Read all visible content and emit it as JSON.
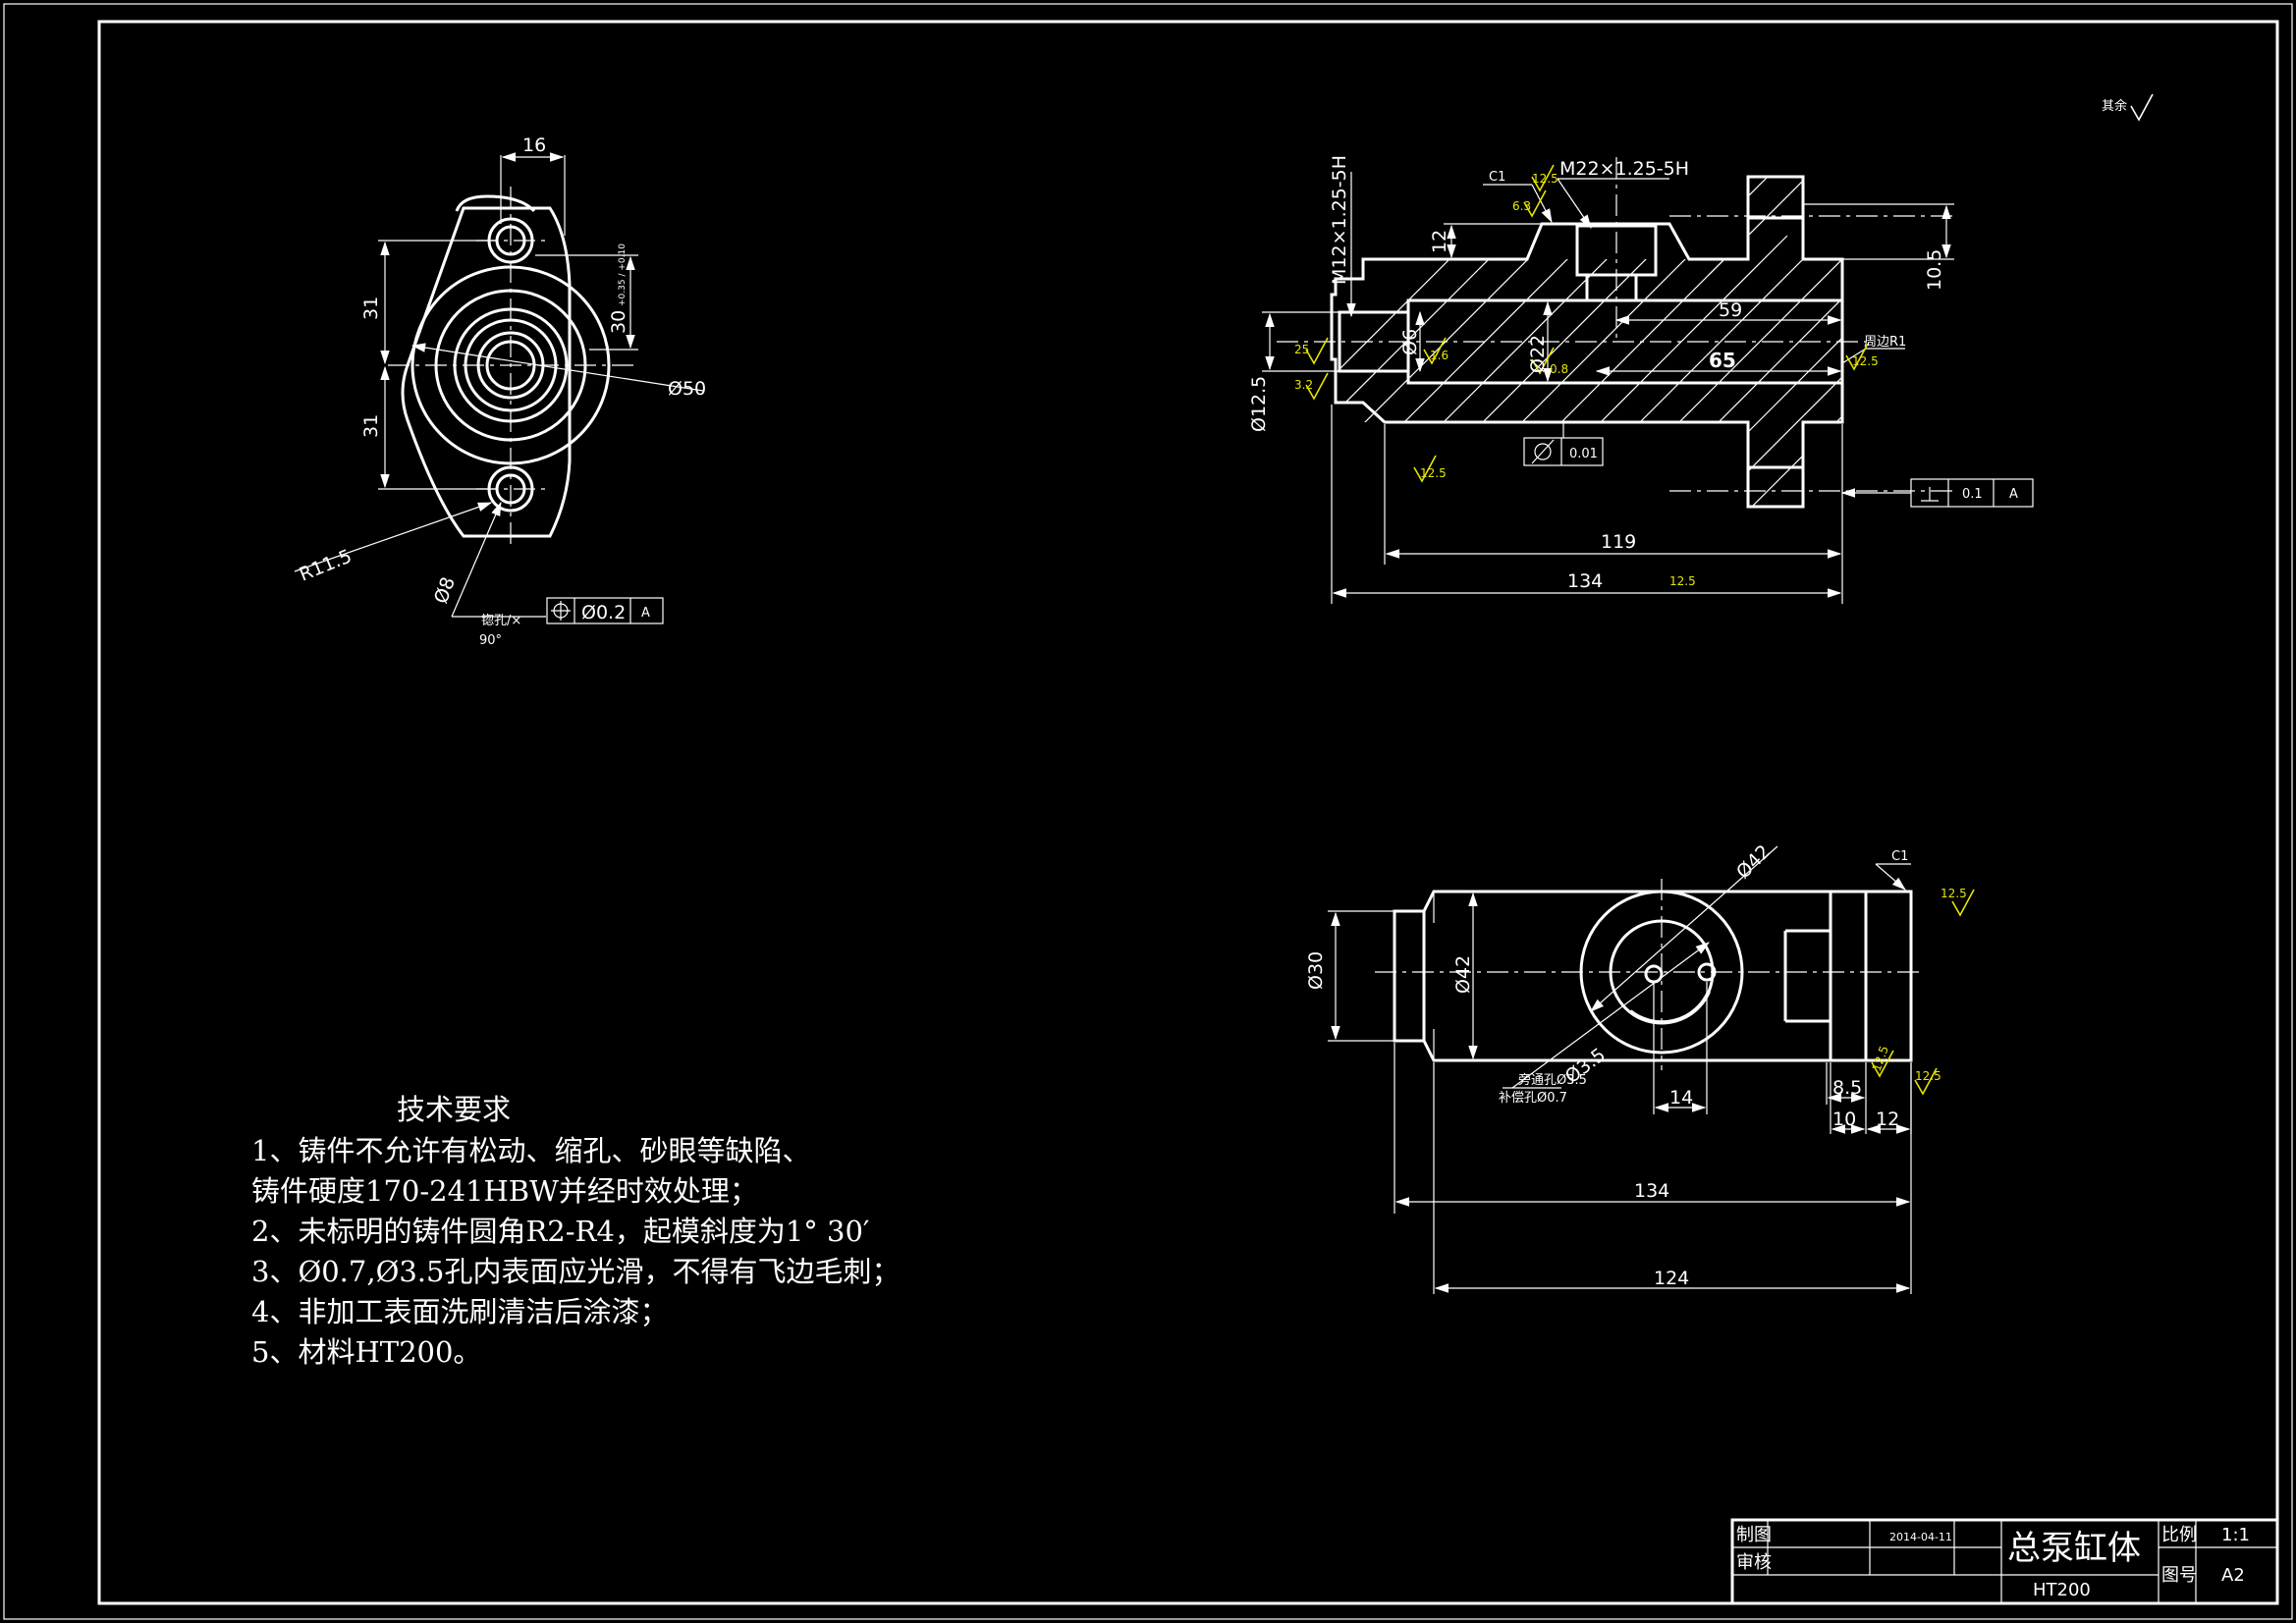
{
  "drawing": {
    "title_block": {
      "drawn_label": "制图",
      "checked_label": "审核",
      "date": "2014-04-11",
      "part_name": "总泵缸体",
      "material": "HT200",
      "scale_label": "比例",
      "scale_value": "1:1",
      "drawing_no_label": "图号",
      "drawing_no_value": "A2"
    },
    "roughness_note": "其余",
    "tech_requirements": {
      "title": "技术要求",
      "lines": [
        "1、铸件不允许有松动、缩孔、砂眼等缺陷、",
        "铸件硬度170-241HBW并经时效处理；",
        "2、未标明的铸件圆角R2-R4，起模斜度为1° 30′",
        "3、Ø0.7,Ø3.5孔内表面应光滑，不得有飞边毛刺；",
        "4、非加工表面洗刷清洁后涂漆；",
        "5、材料HT200。"
      ]
    },
    "left_view": {
      "dim_16": "16",
      "dim_31_top": "31",
      "dim_31_bottom": "31",
      "dim_30": "30",
      "dim_30_tol": "+0.35 / +0.10",
      "dim_dia50": "Ø50",
      "dim_r11_5": "R11.5",
      "dim_dia8": "Ø8",
      "position_tol": "Ø0.2",
      "position_datum": "A",
      "note_chamfer": "锪孔/×",
      "note_angle": "90°"
    },
    "section_view": {
      "thread_m22": "M22×1.25-5H",
      "thread_m12": "M12×1.25-5H",
      "chamfer_c1": "C1",
      "dim_12": "12",
      "dim_10_5": "10.5",
      "dim_59": "59",
      "dim_65": "65",
      "dim_dia6": "Ø6",
      "dim_dia22": "Ø22",
      "dim_dia12_5": "Ø12.5",
      "dim_119": "119",
      "dim_134": "134",
      "cyl_tol": "0.01",
      "perp_tol": "0.1",
      "perp_datum": "A",
      "fillet_note": "周边R1",
      "rough_6_3": "6.3",
      "rough_12_5a": "12.5",
      "rough_3_2": "3.2",
      "rough_25": "25",
      "rough_1_6": "1.6",
      "rough_0_8": "0.8",
      "rough_12_5b": "12.5",
      "rough_12_5c": "12.5",
      "rough_12_5d": "12.5"
    },
    "bottom_view": {
      "dim_dia42_leader": "Ø42",
      "dim_dia42": "Ø42",
      "dim_dia30": "Ø30",
      "dim_dia3_5": "Ø3.5",
      "note_hole1": "补偿孔Ø0.7",
      "note_hole2": "旁通孔Ø3.5",
      "dim_14": "14",
      "dim_8_5": "8.5",
      "dim_10": "10",
      "dim_12": "12",
      "dim_134": "134",
      "dim_124": "124",
      "chamfer_c1": "C1",
      "rough_12_5": "12.5",
      "rough_12_5b": "12.5",
      "rough_12_5c": "12.5"
    }
  }
}
